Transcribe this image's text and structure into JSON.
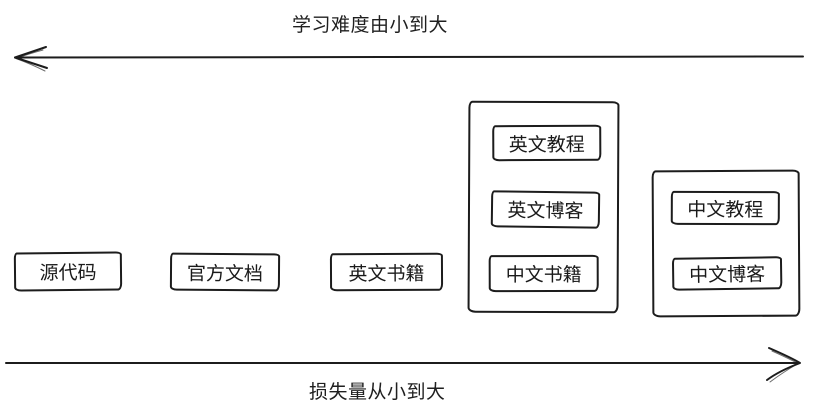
{
  "diagram": {
    "top_axis": {
      "label": "学习难度由小到大",
      "direction": "left"
    },
    "bottom_axis": {
      "label": "损失量从小到大",
      "direction": "right"
    },
    "boxes": [
      {
        "label": "源代码"
      },
      {
        "label": "官方文档"
      },
      {
        "label": "英文书籍"
      }
    ],
    "groups": [
      {
        "items": [
          {
            "label": "英文教程"
          },
          {
            "label": "英文博客"
          },
          {
            "label": "中文书籍"
          }
        ]
      },
      {
        "items": [
          {
            "label": "中文教程"
          },
          {
            "label": "中文博客"
          }
        ]
      }
    ],
    "colors": {
      "stroke": "#1c1c1c",
      "background": "#ffffff"
    }
  }
}
